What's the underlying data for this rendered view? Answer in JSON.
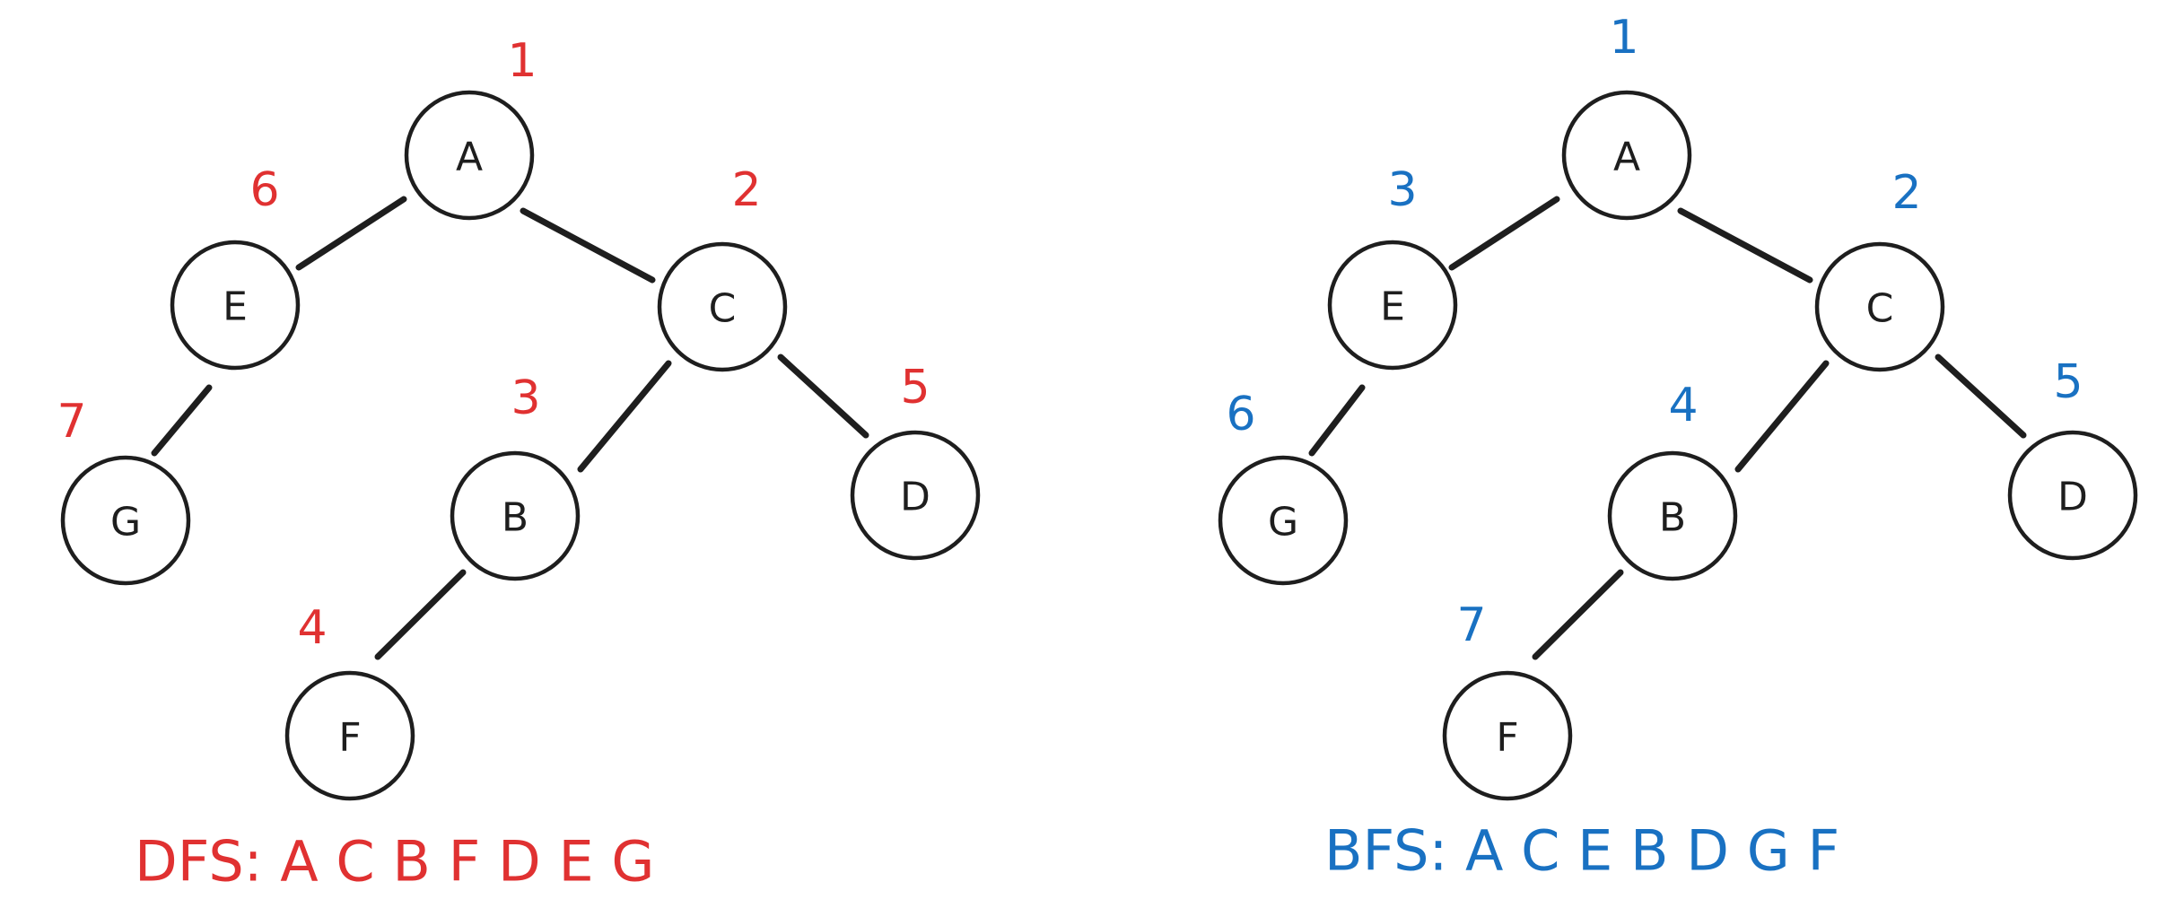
{
  "colors": {
    "dfs": "#e03131",
    "bfs": "#1971c2",
    "ink": "#1e1e1e"
  },
  "dfs": {
    "caption": "DFS: A C B F D E G",
    "nodes": {
      "A": {
        "label": "A",
        "order": "1"
      },
      "C": {
        "label": "C",
        "order": "2"
      },
      "B": {
        "label": "B",
        "order": "3"
      },
      "F": {
        "label": "F",
        "order": "4"
      },
      "D": {
        "label": "D",
        "order": "5"
      },
      "E": {
        "label": "E",
        "order": "6"
      },
      "G": {
        "label": "G",
        "order": "7"
      }
    }
  },
  "bfs": {
    "caption": "BFS: A C E B D G F",
    "nodes": {
      "A": {
        "label": "A",
        "order": "1"
      },
      "C": {
        "label": "C",
        "order": "2"
      },
      "E": {
        "label": "E",
        "order": "3"
      },
      "B": {
        "label": "B",
        "order": "4"
      },
      "D": {
        "label": "D",
        "order": "5"
      },
      "G": {
        "label": "G",
        "order": "6"
      },
      "F": {
        "label": "F",
        "order": "7"
      }
    }
  }
}
